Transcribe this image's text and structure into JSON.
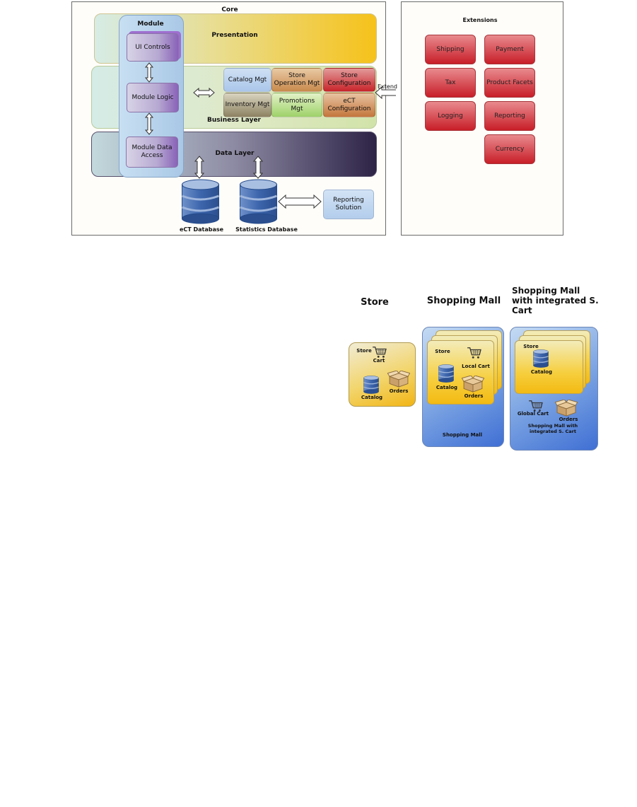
{
  "architecture": {
    "core": {
      "title": "Core",
      "presentation": "Presentation",
      "business_layer": "Business Layer",
      "data_layer": "Data Layer",
      "module": {
        "title": "Module",
        "ui_controls": "UI Controls",
        "module_logic": "Module Logic",
        "module_data_access": "Module Data Access"
      },
      "business_modules": [
        "Catalog Mgt",
        "Store Operation Mgt",
        "Store Configuration",
        "Inventory Mgt",
        "Promotions Mgt",
        "eCT Configuration"
      ],
      "databases": {
        "ect": "eCT Database",
        "statistics": "Statistics Database"
      },
      "reporting_solution": "Reporting Solution"
    },
    "extend_label": "Extend",
    "extensions": {
      "title": "Extensions",
      "items": [
        "Shipping",
        "Payment",
        "Tax",
        "Product Facets",
        "Logging",
        "Reporting",
        "Currency"
      ]
    }
  },
  "models": {
    "store": {
      "title": "Store",
      "store_label": "Store",
      "cart": "Cart",
      "catalog": "Catalog",
      "orders": "Orders"
    },
    "mall": {
      "title": "Shopping Mall",
      "store_label": "Store",
      "local_cart": "Local Cart",
      "catalog": "Catalog",
      "orders": "Orders",
      "footer": "Shopping Mall"
    },
    "mall_integrated": {
      "title": "Shopping Mall with integrated S. Cart",
      "store_label": "Store",
      "catalog": "Catalog",
      "global_cart": "Global Cart",
      "orders": "Orders",
      "footer": "Shopping Mall with integrated S. Cart"
    }
  },
  "colors": {
    "extension_red": "#c81e28",
    "store_yellow": "#f2b515",
    "mall_blue": "#3f6fd4",
    "db_blue": "#3b63a6"
  }
}
